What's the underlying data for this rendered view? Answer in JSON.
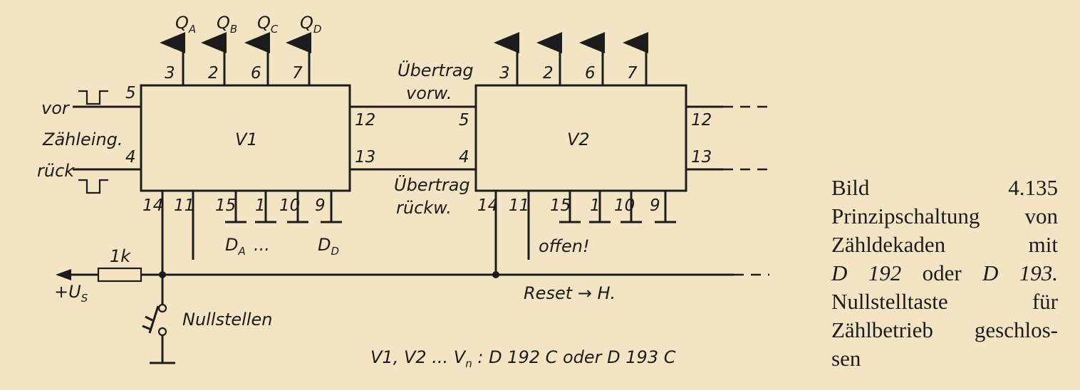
{
  "diagram": {
    "v1": "V1",
    "v2": "V2",
    "q_letter": "Q",
    "qa_sub": "A",
    "qb_sub": "B",
    "qc_sub": "C",
    "qd_sub": "D",
    "vor": "vor",
    "zaehleing": "Zähleing.",
    "rueck": "rück",
    "uebertrag": "Übertrag",
    "vorw": "vorw.",
    "rueckw": "rückw.",
    "d_letter": "D",
    "da_sub": "A",
    "dd_sub": "D",
    "ellipsis": "...",
    "offen": "offen!",
    "resistor": "1k",
    "supply": "+U",
    "supply_sub": "S",
    "reset": "Reset → H.",
    "nullstellen": "Nullstellen",
    "note_a": "V1, V2 ... V",
    "note_sub": "n",
    "note_b": " : D 192 C  oder  D 193 C"
  },
  "pins": {
    "p1": "1",
    "p2": "2",
    "p3": "3",
    "p4": "4",
    "p5": "5",
    "p6": "6",
    "p7": "7",
    "p9": "9",
    "p10": "10",
    "p11": "11",
    "p12": "12",
    "p13": "13",
    "p14": "14",
    "p15": "15"
  },
  "caption": {
    "title": "Bild 4.135",
    "line1": "Prinzipschaltung von",
    "line2": "Zähldekaden mit",
    "line3_a": "D 192",
    "line3_b": "oder",
    "line3_c": "D 193.",
    "line4": "Nullstelltaste für",
    "line5": "Zählbetrieb geschlos-",
    "line6": "sen"
  }
}
